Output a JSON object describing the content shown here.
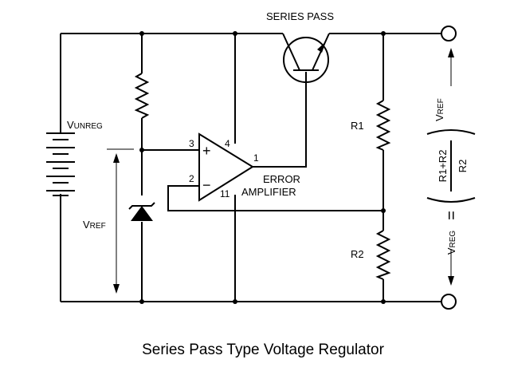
{
  "labels": {
    "series_pass": "SERIES PASS",
    "vunreg_v": "V",
    "vunreg_sub": "UNREG",
    "vref_v": "V",
    "vref_sub": "REF",
    "r1": "R1",
    "r2": "R2",
    "error_line1": "ERROR",
    "error_line2": "AMPLIFIER",
    "pin3": "3",
    "pin4": "4",
    "pin1": "1",
    "pin2": "2",
    "pin11": "11",
    "plus": "+",
    "minus": "−",
    "vreg_v": "V",
    "vreg_sub": "REG",
    "eq": "=",
    "frac_num": "R1+R2",
    "frac_den": "R2",
    "eq_vref_v": "V",
    "eq_vref_sub": "REF"
  },
  "caption": "Series Pass Type Voltage Regulator"
}
